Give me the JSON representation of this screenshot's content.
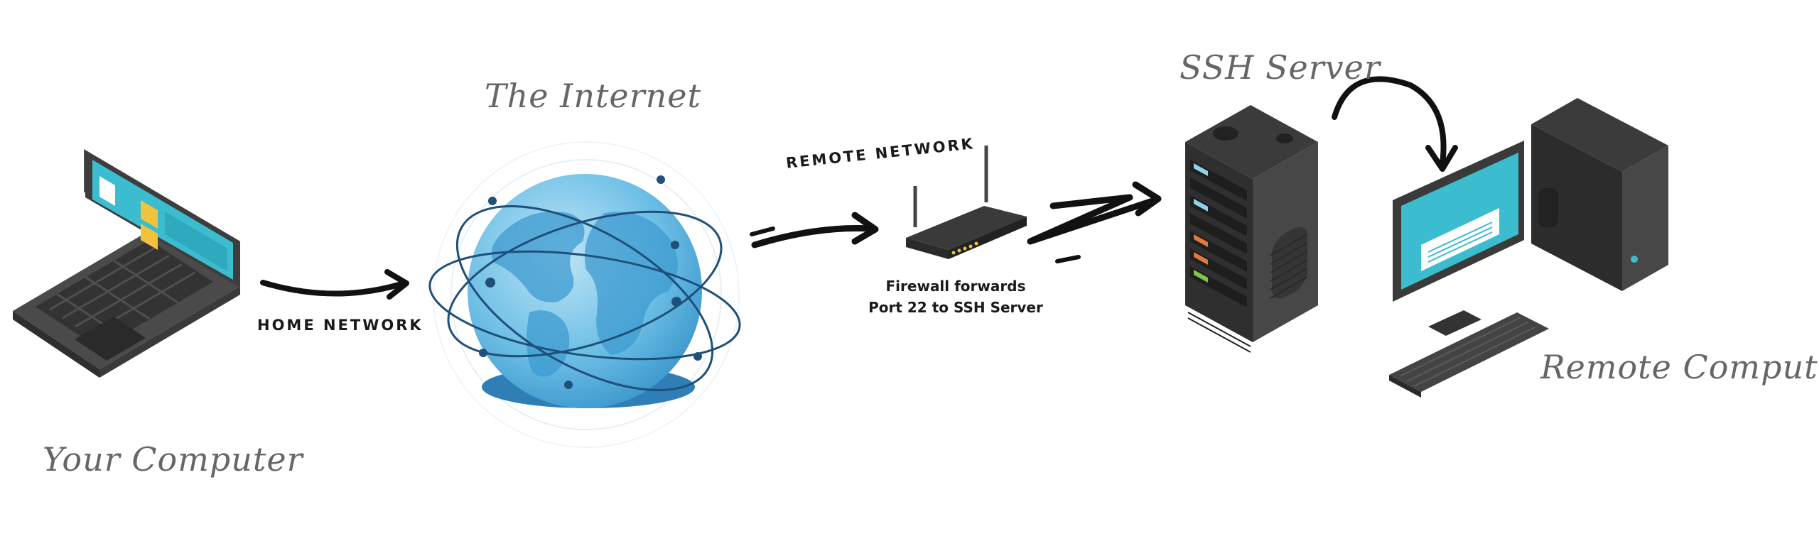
{
  "labels": {
    "your_computer": "Your Computer",
    "the_internet": "The Internet",
    "ssh_server": "SSH Server",
    "remote_computer": "Remote Computer",
    "home_network": "HOME NETWORK",
    "remote_network": "REMOTE NETWORK",
    "firewall_line1": "Firewall forwards",
    "firewall_line2": "Port 22 to SSH Server"
  },
  "nodes": [
    {
      "id": "laptop",
      "label_key": "your_computer",
      "icon": "laptop-icon"
    },
    {
      "id": "globe",
      "label_key": "the_internet",
      "icon": "globe-icon"
    },
    {
      "id": "router",
      "label_key": "firewall_line1",
      "icon": "router-icon"
    },
    {
      "id": "server",
      "label_key": "ssh_server",
      "icon": "server-rack-icon"
    },
    {
      "id": "desktop",
      "label_key": "remote_computer",
      "icon": "desktop-computer-icon"
    }
  ],
  "edges": [
    {
      "from": "laptop",
      "to": "globe",
      "label_key": "home_network"
    },
    {
      "from": "globe",
      "to": "router",
      "label_key": "remote_network"
    },
    {
      "from": "router",
      "to": "server",
      "label_key": ""
    },
    {
      "from": "server",
      "to": "desktop",
      "label_key": ""
    }
  ],
  "colors": {
    "screen_teal": "#3bbccf",
    "device_dark": "#3d3d3d",
    "globe_blue": "#4aa8d8",
    "label_gray": "#666666",
    "arrow": "#111111"
  }
}
